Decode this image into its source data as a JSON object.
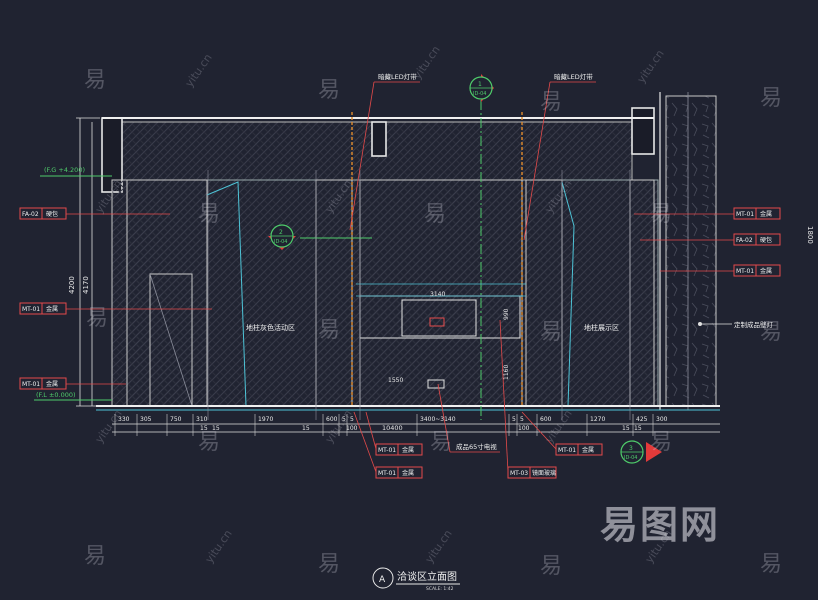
{
  "drawing": {
    "title": "洽谈区立面图",
    "scale": "SCALE: 1:42",
    "view_tag": "A"
  },
  "callouts_top": [
    {
      "id": "led-left",
      "text": "暗藏LED灯带"
    },
    {
      "id": "led-right",
      "text": "暗藏LED灯带"
    }
  ],
  "section_markers": [
    {
      "id": "sec-1",
      "number": "1",
      "sheet": "ID-04"
    },
    {
      "id": "sec-2",
      "number": "2",
      "sheet": "ID-04"
    },
    {
      "id": "sec-3",
      "number": "3",
      "sheet": "ID-04"
    }
  ],
  "left_tags": [
    {
      "code": "FA-02",
      "text": "硬包"
    },
    {
      "code": "MT-01",
      "text": "金属"
    },
    {
      "code": "MT-01",
      "text": "金属"
    }
  ],
  "right_tags": [
    {
      "code": "MT-01",
      "text": "金属"
    },
    {
      "code": "FA-02",
      "text": "硬包"
    },
    {
      "code": "MT-01",
      "text": "金属"
    }
  ],
  "right_note": "定制成品壁灯",
  "bottom_tags": [
    {
      "code": "MT-01",
      "text": "金属"
    },
    {
      "code": "MT-01",
      "text": "金属"
    },
    {
      "code": "MT-03",
      "text": "镜面玻璃"
    },
    {
      "code": "MT-01",
      "text": "金属"
    }
  ],
  "tv_note": "成品65寸电视",
  "zone_labels": [
    "地柱灰色活动区",
    "地柱展示区"
  ],
  "levels": [
    "(F.G +4.200)",
    "(F.L ±0.000)"
  ],
  "bottom_dims": [
    "330",
    "305",
    "750",
    "310",
    "1970",
    "600",
    "5",
    "5",
    "3400~3140",
    "5",
    "5",
    "600",
    "1270",
    "425",
    "300"
  ],
  "overall_dim": "10400",
  "sub_dims": [
    "15",
    "15",
    "15",
    "100",
    "100",
    "15",
    "15"
  ],
  "mid_dims": [
    "3140",
    "1550",
    "990",
    "1160"
  ],
  "height_dims": [
    "4200",
    "4170"
  ],
  "right_height": "1800",
  "watermark": {
    "glyph": "易",
    "url": "yitu.cn",
    "logo": "易图网"
  }
}
